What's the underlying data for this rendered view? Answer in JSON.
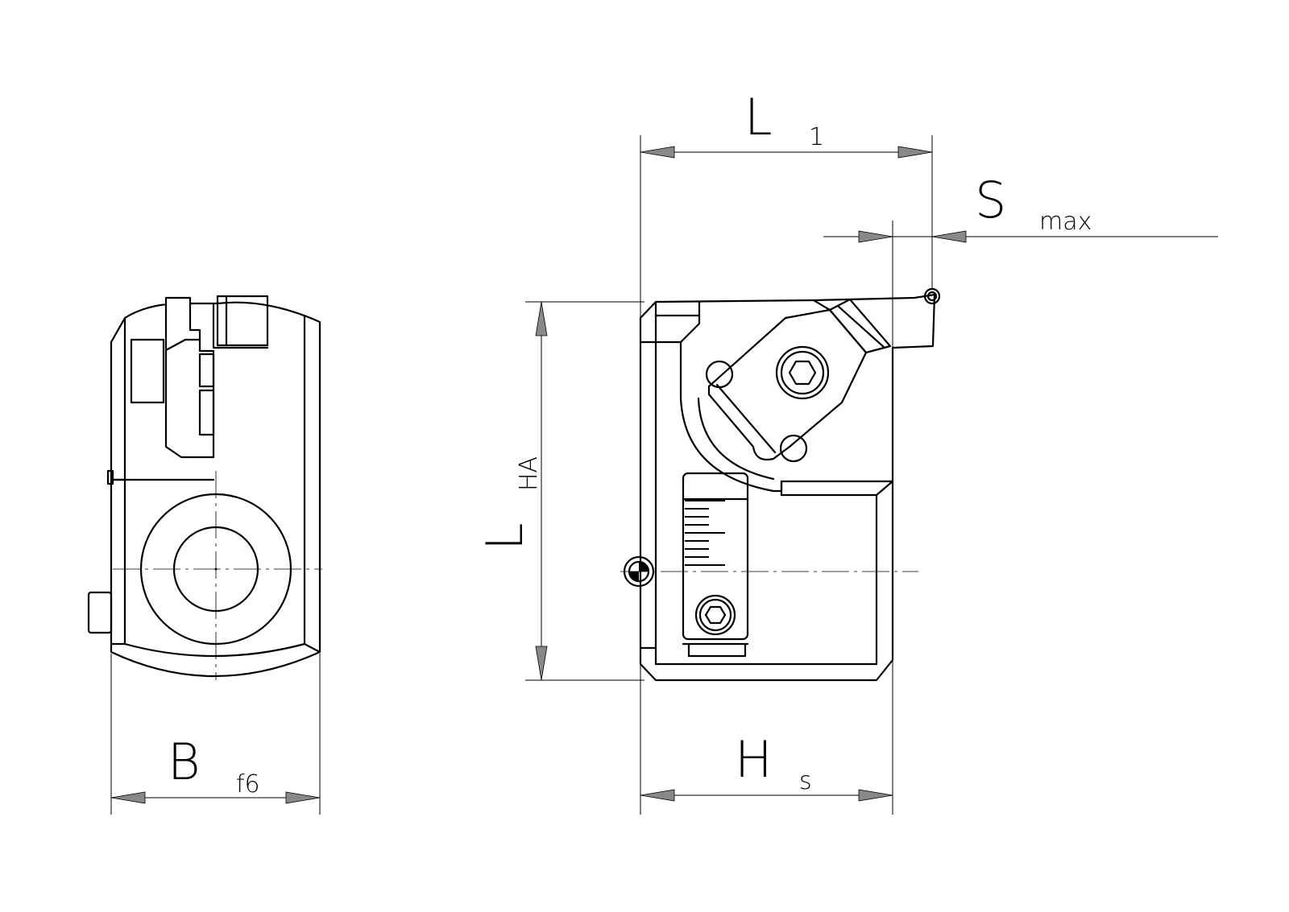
{
  "dimensions": {
    "l1": {
      "main": "L",
      "sub": "1"
    },
    "smax": {
      "main": "S",
      "sub": "max"
    },
    "lha": {
      "main": "L",
      "sub": "HA"
    },
    "hs": {
      "main": "H",
      "sub": "s"
    },
    "bf6": {
      "main": "B",
      "sub": "f6"
    }
  },
  "colors": {
    "line": "#000000",
    "arrow_fill": "#888888",
    "background": "#ffffff"
  },
  "icons": {
    "hex_socket_top": "hex-socket-screw-icon",
    "hex_socket_bottom": "hex-socket-screw-icon",
    "reference_point": "reference-point-icon"
  }
}
